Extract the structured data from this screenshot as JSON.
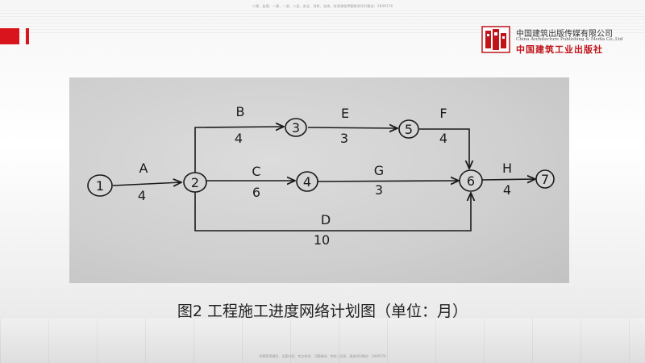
{
  "header": {
    "top_note": "二建、监理、一建、一造、二造、安全、消防、咨询、检测课程押题联系QQ/微信：2849176",
    "bottom_note": "如需获得辅导、全套内容、考点串讲、习题精讲、考前三页纸、请加QQ/微信：2849176"
  },
  "publisher": {
    "name_cn": "中国建筑出版传媒有限公司",
    "name_en": "China Architecture Publishing & Media Co.,Ltd",
    "brand": "中国建筑工业出版社"
  },
  "diagram": {
    "nodes": [
      {
        "id": "1",
        "label": "1"
      },
      {
        "id": "2",
        "label": "2"
      },
      {
        "id": "3",
        "label": "3"
      },
      {
        "id": "4",
        "label": "4"
      },
      {
        "id": "5",
        "label": "5"
      },
      {
        "id": "6",
        "label": "6"
      },
      {
        "id": "7",
        "label": "7"
      }
    ],
    "activities": [
      {
        "name": "A",
        "duration": "4",
        "from": "1",
        "to": "2"
      },
      {
        "name": "B",
        "duration": "4",
        "from": "2",
        "to": "3"
      },
      {
        "name": "C",
        "duration": "6",
        "from": "2",
        "to": "4"
      },
      {
        "name": "D",
        "duration": "10",
        "from": "2",
        "to": "6"
      },
      {
        "name": "E",
        "duration": "3",
        "from": "3",
        "to": "5"
      },
      {
        "name": "F",
        "duration": "4",
        "from": "5",
        "to": "6"
      },
      {
        "name": "G",
        "duration": "3",
        "from": "4",
        "to": "6"
      },
      {
        "name": "H",
        "duration": "4",
        "from": "6",
        "to": "7"
      }
    ]
  },
  "caption": "图2 工程施工进度网络计划图（单位：月）",
  "colors": {
    "accent": "#d9141c",
    "ink": "#1a1a1a"
  }
}
